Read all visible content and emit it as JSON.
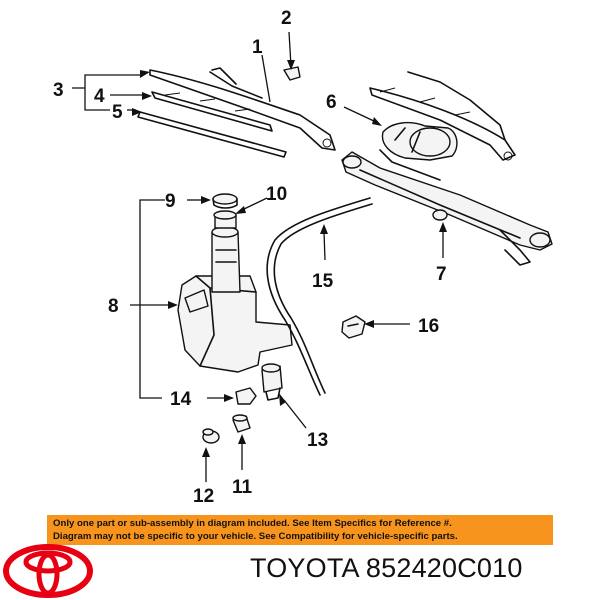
{
  "callouts": {
    "n1": "1",
    "n2": "2",
    "n3": "3",
    "n4": "4",
    "n5": "5",
    "n6": "6",
    "n7": "7",
    "n8": "8",
    "n9": "9",
    "n10": "10",
    "n11": "11",
    "n12": "12",
    "n13": "13",
    "n14": "14",
    "n15": "15",
    "n16": "16"
  },
  "notice": {
    "line1": "Only one part or sub-assembly in diagram included. See Item Specifics for Reference #.",
    "line2": "Diagram may not be specific to your vehicle. See Compatibility for vehicle-specific parts."
  },
  "brand": {
    "logo_icon": "toyota-logo-icon",
    "logo_color": "#e60012",
    "text": "TOYOTA 852420C010"
  },
  "colors": {
    "notice_bg": "#f7941d"
  }
}
